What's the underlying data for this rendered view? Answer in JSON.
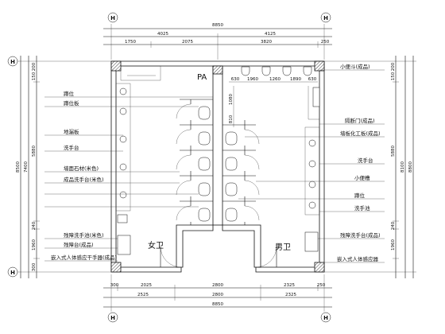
{
  "axes": {
    "top_left": "H",
    "top_right": "H",
    "left_top": "H",
    "left_bottom": "H",
    "bottom_left": "H",
    "bottom_right": "H"
  },
  "dims_top": {
    "overall": "8850",
    "left": "4025",
    "right": "4125",
    "col_a": "1750",
    "col_b": "2075",
    "col_c": "3820",
    "col_edge": "250",
    "top_small": "630",
    "top_a": "1960",
    "top_b": "1260",
    "top_c": "1890",
    "top_d": "630"
  },
  "dims_bottom": {
    "overall": "8850",
    "seg_a": "2025",
    "seg_b": "2800",
    "seg_c": "2325",
    "edge_l": "300",
    "edge_r": "250",
    "sub_l": "2525",
    "sub_m": "2800",
    "sub_r": "2325"
  },
  "dims_left": {
    "overall": "8500",
    "part": "7400",
    "h1": "5880",
    "h2": "240",
    "h3": "1960",
    "top": "200",
    "mid": "150",
    "sm": "300"
  },
  "dims_right": {
    "overall": "8800",
    "part": "8100",
    "h1": "5880",
    "h2": "240",
    "h3": "1960",
    "top": "200",
    "mid": "150",
    "s1": "1080",
    "s2": "810"
  },
  "rooms": {
    "women": "女卫",
    "men": "男卫",
    "duct": "PA"
  },
  "left_labels": [
    "蹲位",
    "蹲位板",
    "地漏板",
    "洗手台",
    "墙面石材(米色)",
    "成品洗手台(米色)",
    "残障洗手池(米色)",
    "残障台(成品)"
  ],
  "left_bottom_note": "嵌入式人体感应干手器(成品)",
  "right_labels": [
    "小便斗(成品)",
    "隔断门(成品)",
    "墙板化工板(成品)",
    "洗手台",
    "小便槽",
    "蹲位",
    "洗手池"
  ],
  "right_bottom_note": "嵌入式人体感应器",
  "right_mid_label": "残障洗手台(成品)",
  "colors": {
    "ink": "#111111",
    "paper": "#ffffff"
  }
}
